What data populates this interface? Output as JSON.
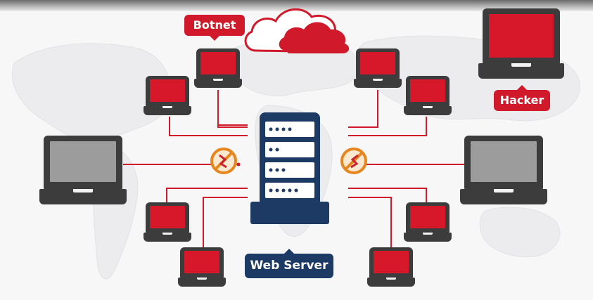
{
  "labels": {
    "botnet": "Botnet",
    "hacker": "Hacker",
    "web_server": "Web Server"
  },
  "colors": {
    "red": "#d0192a",
    "navy": "#1c3a63",
    "laptop_body": "#3c3c3c",
    "laptop_gray_screen": "#9c9c9c",
    "blocked_icon": "#e6861e"
  },
  "icons": [
    "cloud-icon",
    "server-icon",
    "blocked-icon",
    "laptop-icon"
  ]
}
